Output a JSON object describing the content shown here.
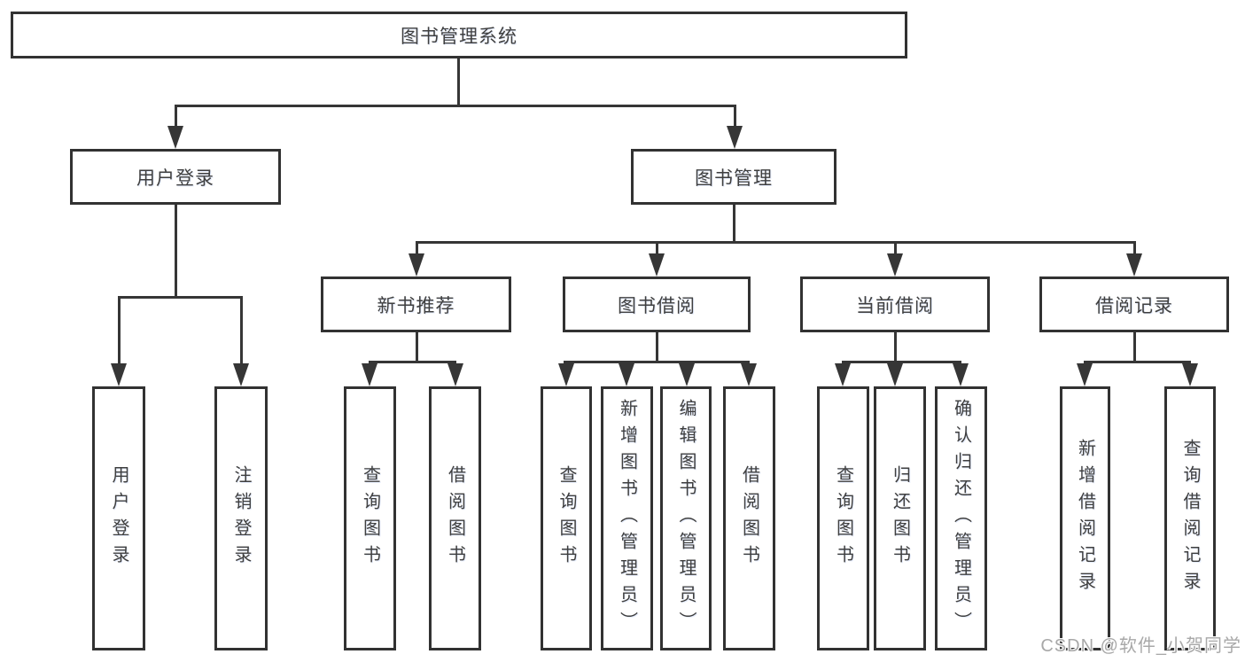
{
  "diagram": {
    "root": {
      "label": "图书管理系统"
    },
    "level2": [
      {
        "label": "用户登录"
      },
      {
        "label": "图书管理"
      }
    ],
    "level3": [
      {
        "label": "新书推荐"
      },
      {
        "label": "图书借阅"
      },
      {
        "label": "当前借阅"
      },
      {
        "label": "借阅记录"
      }
    ],
    "leaves": {
      "user_login": [
        "用户登录",
        "注销登录"
      ],
      "new_book_recommend": [
        "查询图书",
        "借阅图书"
      ],
      "book_borrow": [
        "查询图书",
        "新增图书（管理员）",
        "编辑图书（管理员）",
        "借阅图书"
      ],
      "current_borrow": [
        "查询图书",
        "归还图书",
        "确认归还（管理员）"
      ],
      "borrow_records": [
        "新增借阅记录",
        "查询借阅记录"
      ]
    },
    "colors": {
      "line": "#363636",
      "box_border": "#323232",
      "text": "#3f3f3f",
      "watermark": "#a8a8a8",
      "background": "#ffffff"
    }
  },
  "watermark": {
    "text": "CSDN @软件_小贺同学"
  }
}
